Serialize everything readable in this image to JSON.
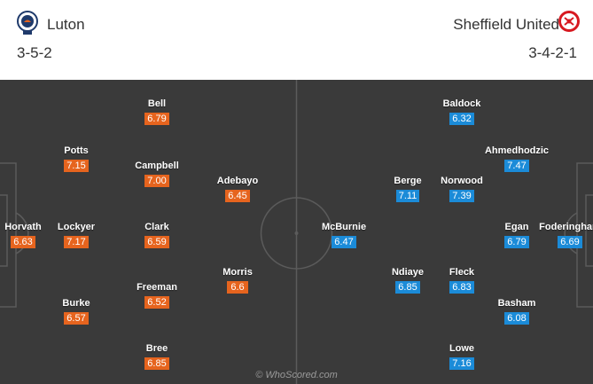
{
  "home": {
    "name": "Luton",
    "formation": "3-5-2",
    "crest_icon": "luton-town-crest",
    "color": "#e6641e",
    "players": [
      {
        "name": "Horvath",
        "rating": "6.63"
      },
      {
        "name": "Potts",
        "rating": "7.15"
      },
      {
        "name": "Lockyer",
        "rating": "7.17"
      },
      {
        "name": "Burke",
        "rating": "6.57"
      },
      {
        "name": "Bell",
        "rating": "6.79"
      },
      {
        "name": "Campbell",
        "rating": "7.00"
      },
      {
        "name": "Clark",
        "rating": "6.59"
      },
      {
        "name": "Freeman",
        "rating": "6.52"
      },
      {
        "name": "Bree",
        "rating": "6.85"
      },
      {
        "name": "Adebayo",
        "rating": "6.45"
      },
      {
        "name": "Morris",
        "rating": "6.6"
      }
    ]
  },
  "away": {
    "name": "Sheffield United",
    "formation": "3-4-2-1",
    "crest_icon": "sheffield-united-crest",
    "color": "#1b8bd8",
    "players": [
      {
        "name": "Foderingham",
        "rating": "6.69"
      },
      {
        "name": "Egan",
        "rating": "6.79"
      },
      {
        "name": "Ahmedhodzic",
        "rating": "7.47"
      },
      {
        "name": "Basham",
        "rating": "6.08"
      },
      {
        "name": "Baldock",
        "rating": "6.32"
      },
      {
        "name": "Norwood",
        "rating": "7.39"
      },
      {
        "name": "Fleck",
        "rating": "6.83"
      },
      {
        "name": "Lowe",
        "rating": "7.16"
      },
      {
        "name": "Berge",
        "rating": "7.11"
      },
      {
        "name": "Ndiaye",
        "rating": "6.85"
      },
      {
        "name": "McBurnie",
        "rating": "6.47"
      }
    ]
  },
  "watermark": "© WhoScored.com",
  "pitch_color": "#3a3a3a"
}
